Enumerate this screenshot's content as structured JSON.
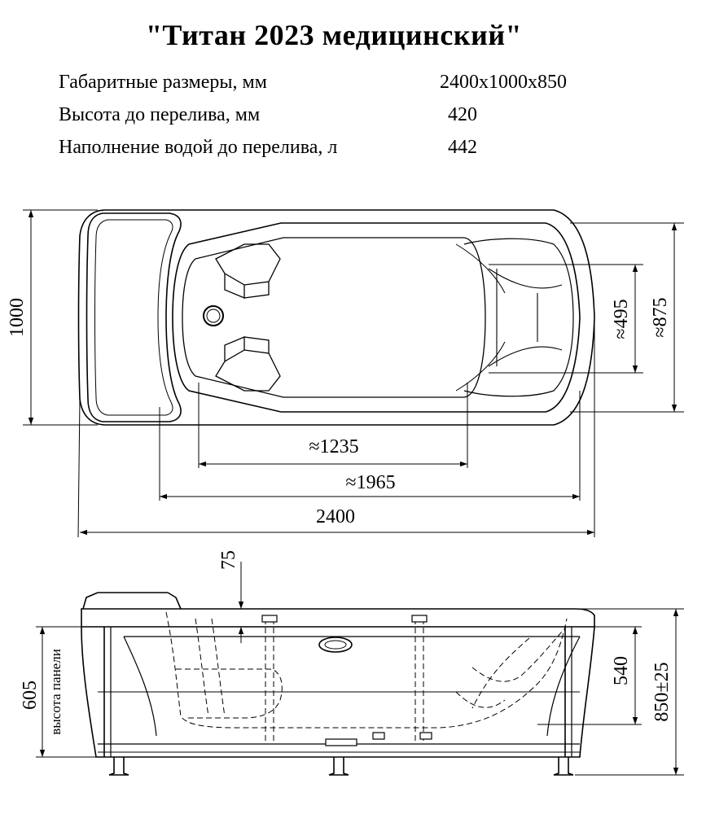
{
  "title": "\"Титан 2023 медицинский\"",
  "specs": [
    {
      "label": "Габаритные размеры, мм",
      "value": "2400x1000x850"
    },
    {
      "label": "Высота до перелива, мм",
      "value": "420"
    },
    {
      "label": "Наполнение водой до перелива, л",
      "value": "442"
    }
  ],
  "top_view": {
    "dim_overall_length": "2400",
    "dim_inner_length": "≈1965",
    "dim_bottom_length": "≈1235",
    "dim_overall_width": "1000",
    "dim_inner_width": "≈875",
    "dim_bottom_width": "≈495"
  },
  "side_view": {
    "dim_rim": "75",
    "dim_panel_height": "605",
    "panel_label": "высота панели",
    "dim_depth": "540",
    "dim_total_height": "850±25"
  }
}
